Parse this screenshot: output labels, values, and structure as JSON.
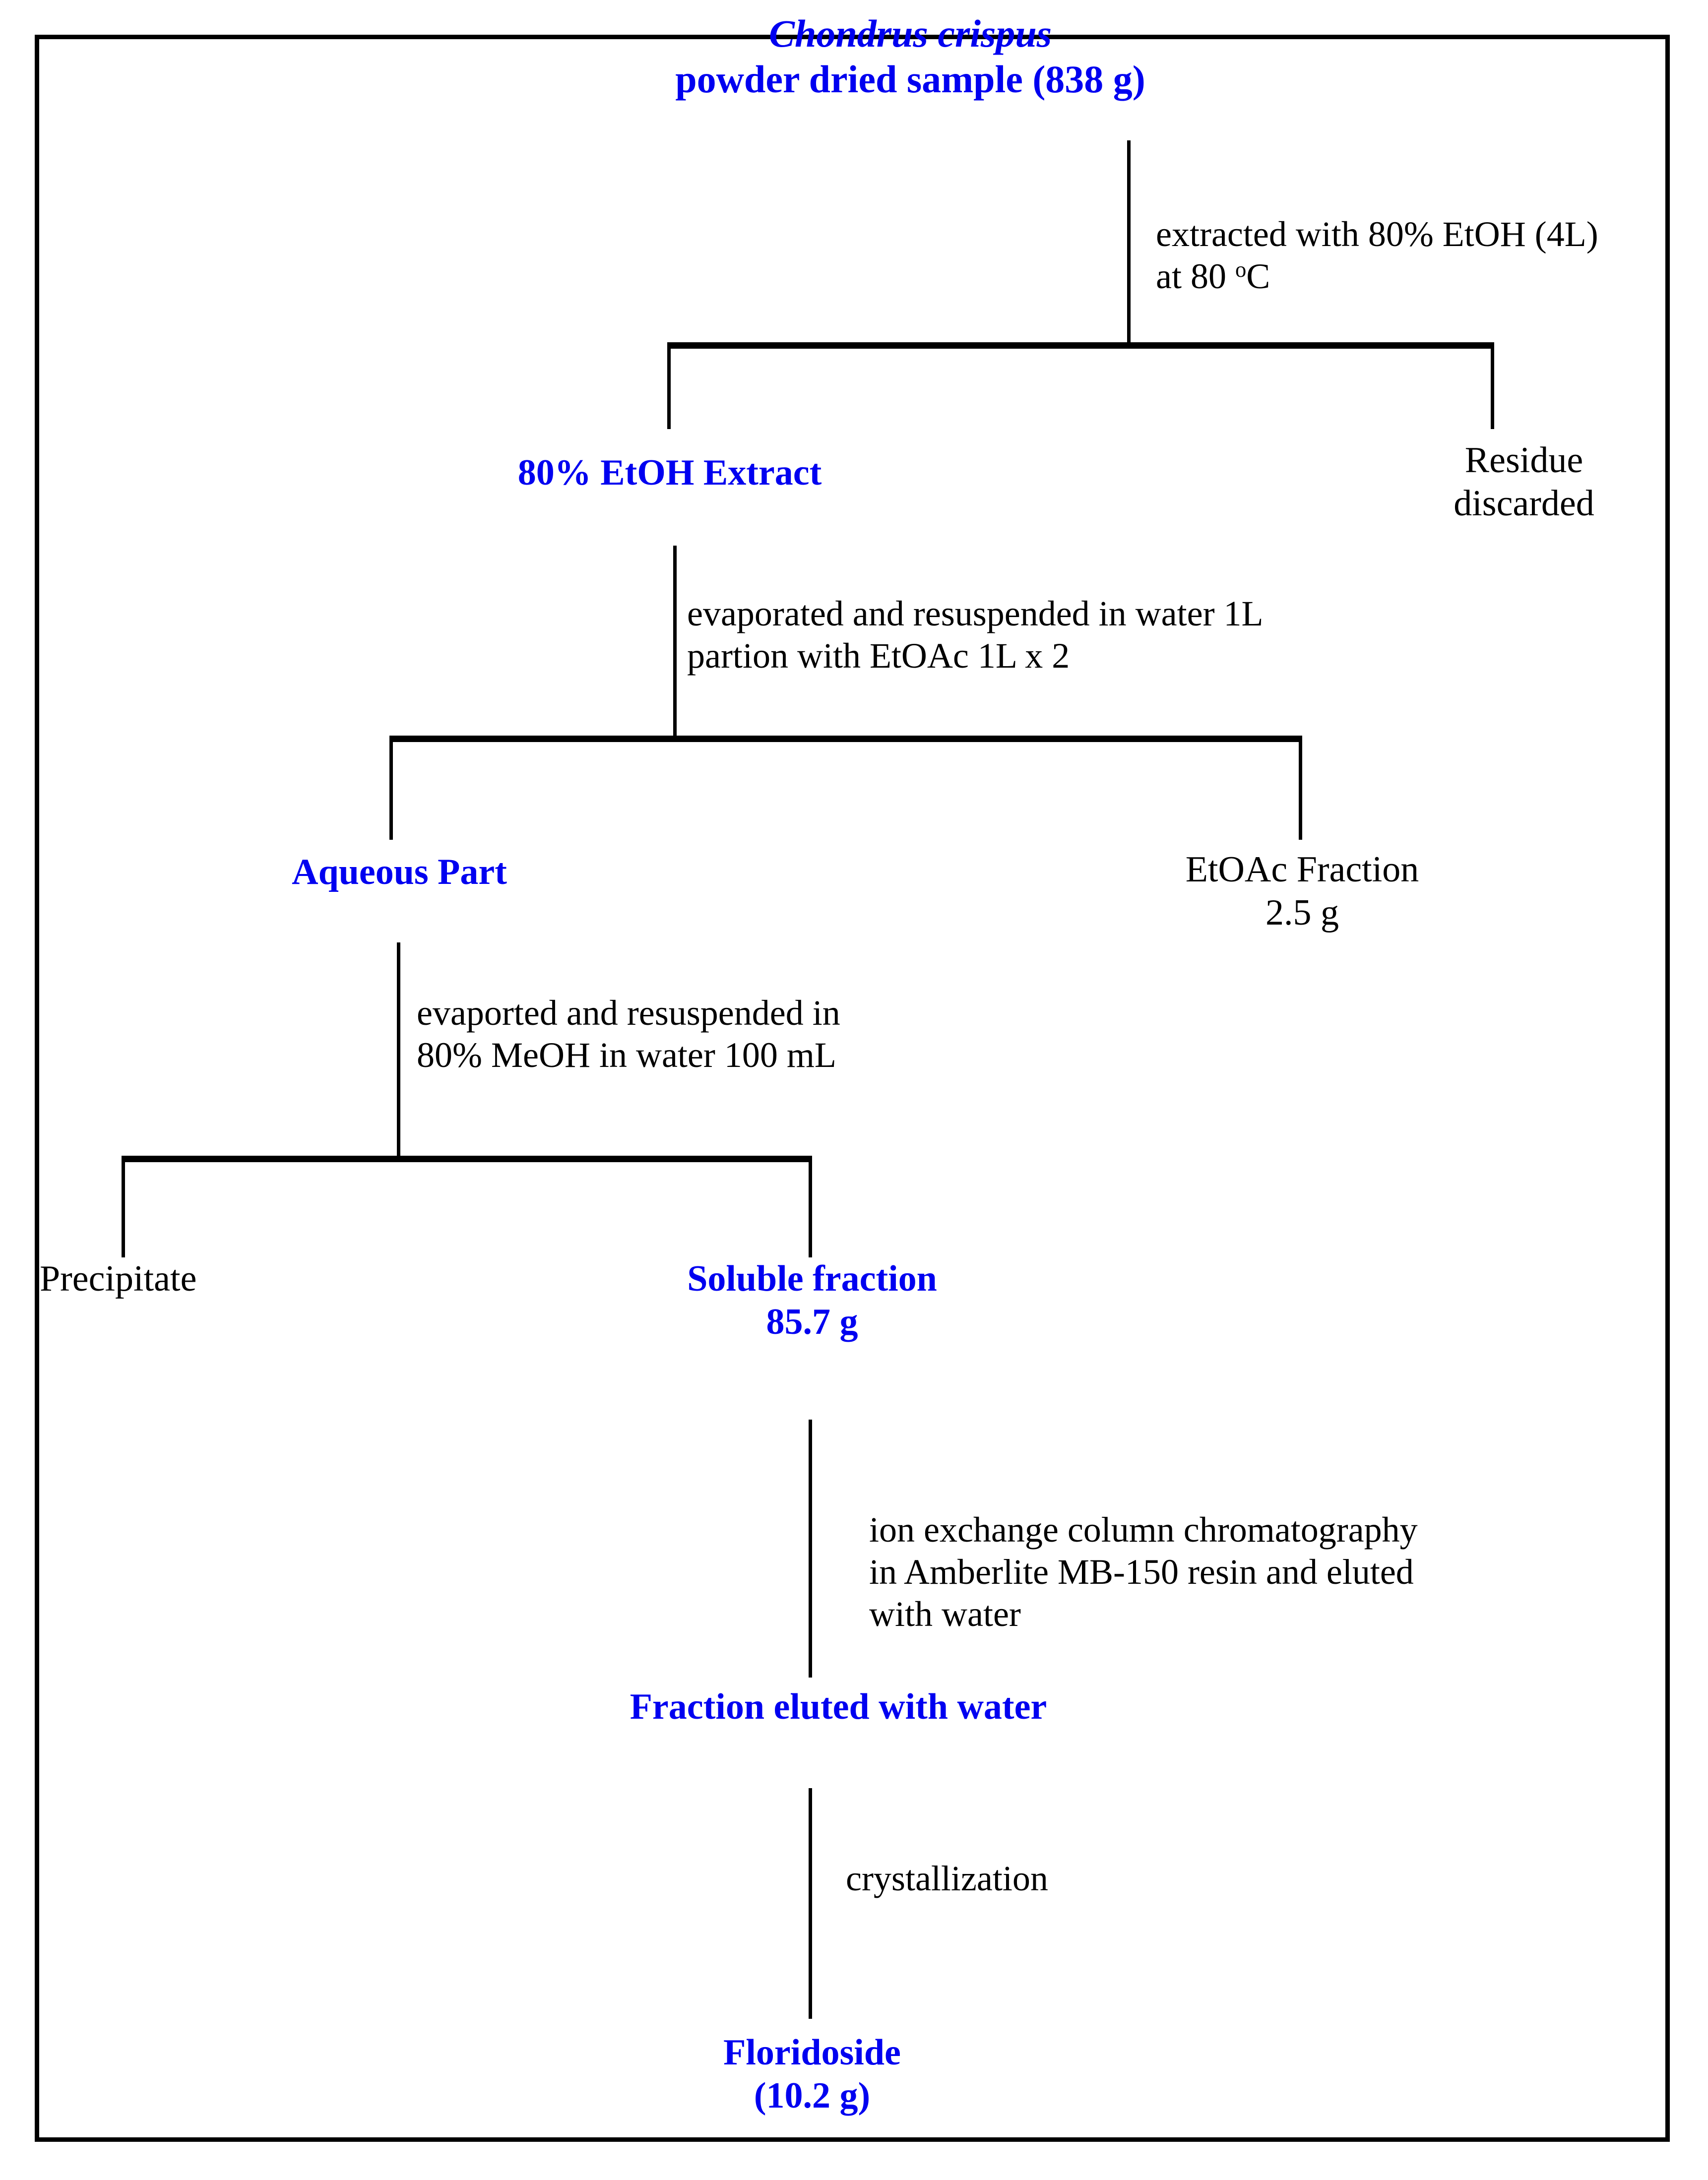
{
  "diagram": {
    "title": "Chondrus crispus extraction and isolation scheme",
    "colors": {
      "highlight": "#0000f0",
      "plain": "#000000",
      "background": "#ffffff",
      "border": "#000000"
    },
    "nodes": {
      "source": {
        "species": "Chondrus crispus",
        "description": "powder dried sample (838 g)"
      },
      "etoh_extract": {
        "label": "80% EtOH Extract"
      },
      "residue": {
        "line1": "Residue",
        "line2": "discarded"
      },
      "aqueous_part": {
        "label": "Aqueous Part"
      },
      "etoac_fraction": {
        "line1": "EtOAc Fraction",
        "line2": "2.5 g"
      },
      "precipitate": {
        "label": "Precipitate"
      },
      "soluble_fraction": {
        "line1": "Soluble fraction",
        "line2": "85.7 g"
      },
      "fraction_eluted": {
        "label": "Fraction eluted with water"
      },
      "floridoside": {
        "line1": "Floridoside",
        "line2": "(10.2 g)"
      }
    },
    "annotations": {
      "extraction": {
        "line1": "extracted with 80% EtOH (4L)",
        "line2_prefix": "at 80 ",
        "line2_degree": "o",
        "line2_suffix": "C"
      },
      "partition": {
        "line1": "evaporated and resuspended in water 1L",
        "line2": "partion with EtOAc 1L x 2"
      },
      "meoh": {
        "line1": "evaported and resuspended in",
        "line2": "80% MeOH in water 100 mL"
      },
      "ion_exchange": {
        "line1": "ion exchange column chromatography",
        "line2": "in Amberlite MB-150 resin and eluted",
        "line3": "with water"
      },
      "crystallization": {
        "line1": "crystallization"
      }
    }
  }
}
